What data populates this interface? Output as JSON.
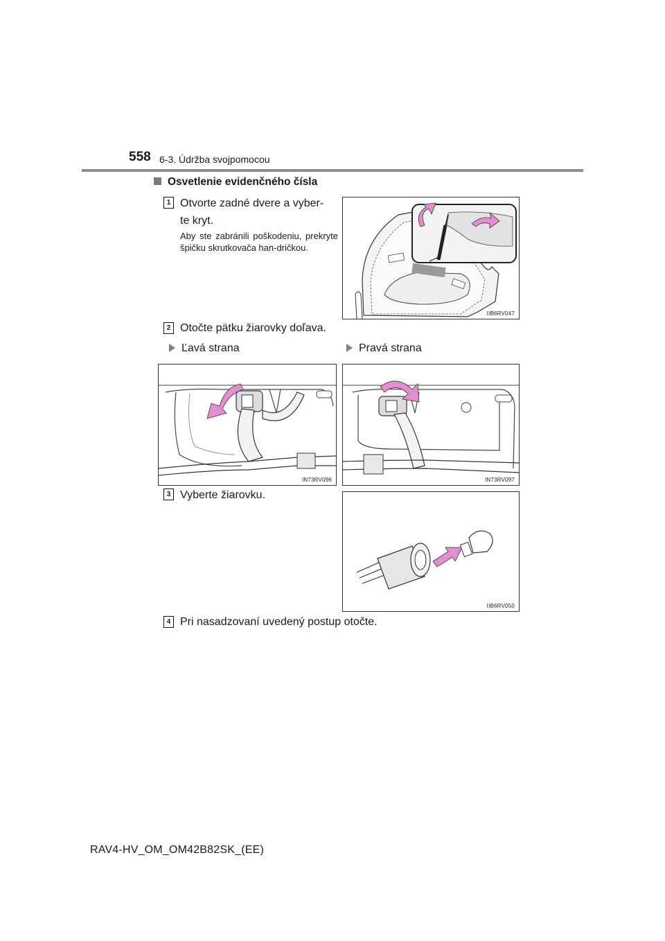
{
  "header": {
    "page_number": "558",
    "section_title": "6-3. Údržba svojpomocou"
  },
  "heading": "Osvetlenie evidenčného čísla",
  "steps": [
    {
      "number": "1",
      "text": "Otvorte zadné dvere a vyber-te kryt.",
      "note": "Aby ste zabránili poškodeniu, prekryte špičku skrutkovača han-dričkou.",
      "figure_code": "IIB6RV047"
    },
    {
      "number": "2",
      "text": "Otočte pätku žiarovky doľava.",
      "left_label": "Ľavá strana",
      "right_label": "Pravá strana",
      "left_figure_code": "IN73RV096",
      "right_figure_code": "IN73RV097"
    },
    {
      "number": "3",
      "text": "Vyberte žiarovku.",
      "figure_code": "IIB6RV050"
    },
    {
      "number": "4",
      "text": "Pri nasadzovaní uvedený postup otočte."
    }
  ],
  "footer": {
    "doc_code": "RAV4-HV_OM_OM42B82SK_(EE)"
  },
  "colors": {
    "accent_arrow": "#e38fcf",
    "rule_gray": "#8c8c8c",
    "bullet_gray": "#7a7a7a"
  },
  "icons": [
    "square-bullet-icon",
    "triangle-bullet-icon",
    "rotate-arrow-icon",
    "insert-arrow-icon"
  ]
}
